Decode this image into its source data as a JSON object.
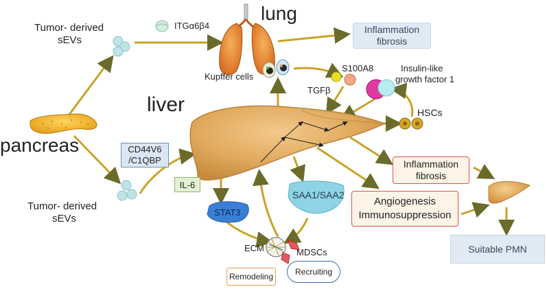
{
  "labels": {
    "lung": "lung",
    "liver": "liver",
    "pancreas": "pancreas",
    "sevs_top_line1": "Tumor- derived",
    "sevs_top_line2": "sEVs",
    "sevs_bottom_line1": "Tumor- derived",
    "sevs_bottom_line2": "sEVs",
    "itg": "ITGα6β4",
    "kupffer": "Kupffer cells",
    "tgfb": "TGFβ",
    "s100a8": "S100A8",
    "igf_line1": "Insulin-like",
    "igf_line2": "growth factor 1",
    "hscs": "HSCs",
    "cd44_line1": "CD44V6",
    "cd44_line2": "/C1QBP",
    "il6": "IL-6",
    "stat3": "STAT3",
    "saa": "SAA1/SAA2",
    "ecm": "ECM",
    "mdscs": "MDSCs",
    "remodeling": "Remodeling",
    "recruiting": "Recruiting"
  },
  "boxes": {
    "lung_outcome_line1": "Inflammation",
    "lung_outcome_line2": "fibrosis",
    "liver_inflam_line1": "Inflammation",
    "liver_inflam_line2": "fibrosis",
    "angio_line1": "Angiogenesis",
    "angio_line2": "Immunosuppression",
    "pmn": "Suitable PMN"
  },
  "colors": {
    "arrow": "#c9a227",
    "arrow_dark": "#6b6b2a",
    "box_blue": "#dfeaf4",
    "box_red_border": "#d9534f",
    "box_red_fill": "#fdf3e7",
    "stat3": "#3a7fd5",
    "saa": "#8fd3e6",
    "liver": "#e6b065",
    "pancreas": "#f0b429"
  }
}
